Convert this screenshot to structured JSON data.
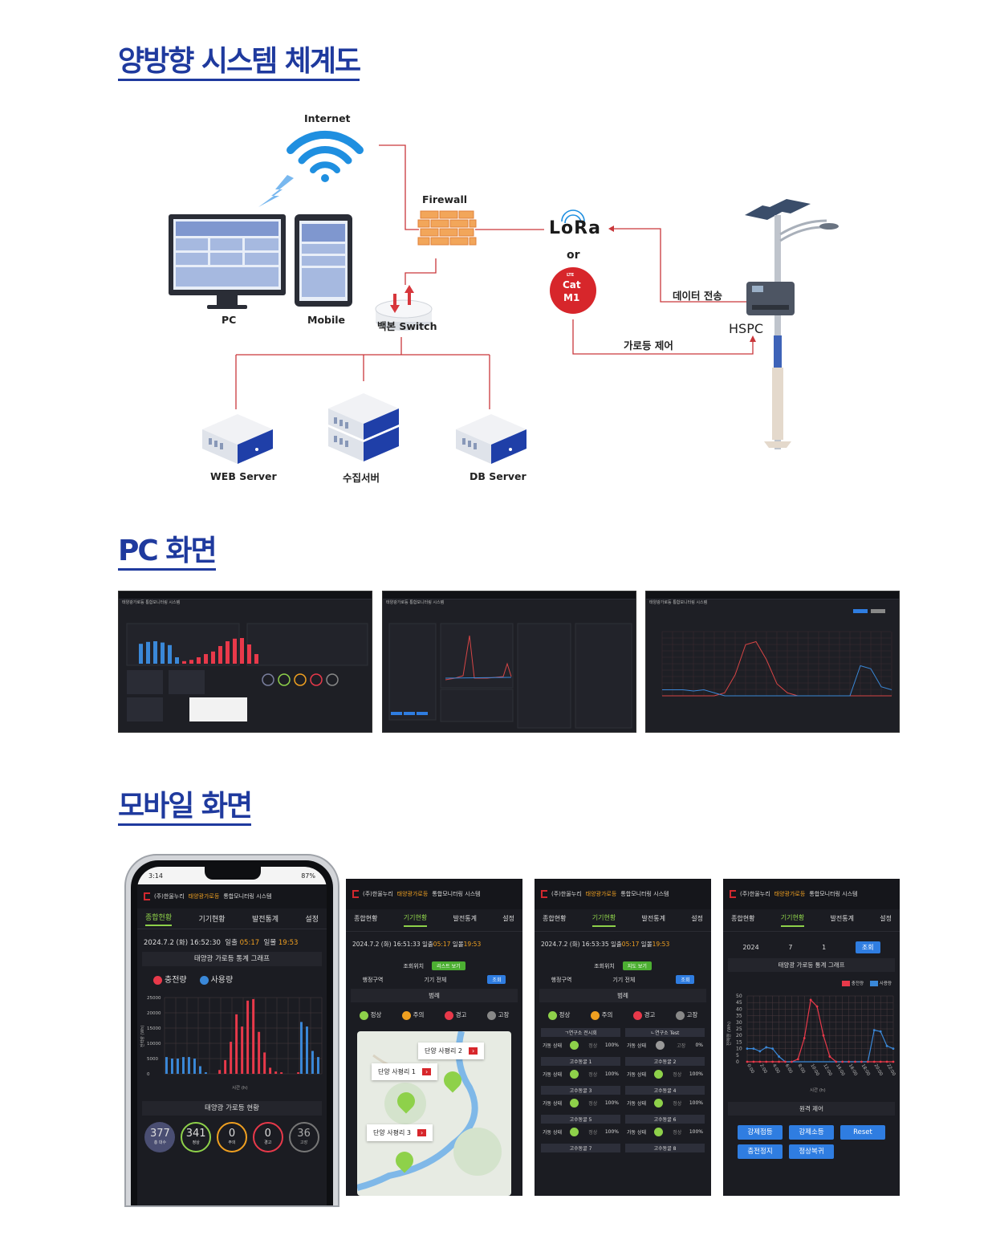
{
  "sections": {
    "system_title": "양방향 시스템 체계도",
    "pc_title": "PC 화면",
    "mobile_title": "모바일 화면"
  },
  "diagram": {
    "internet": "Internet",
    "firewall": "Firewall",
    "lora": "LoRa",
    "or": "or",
    "catm1_top": "LTE",
    "catm1_mid": "Cat",
    "catm1_bot": "M1",
    "data_send": "데이터 전송",
    "hspc": "HSPC",
    "light_control": "가로등 제어",
    "pc": "PC",
    "mobile": "Mobile",
    "switch": "백본 Switch",
    "web_server": "WEB Server",
    "collect_server": "수집서버",
    "db_server": "DB Server"
  },
  "pc_screens": {
    "s1_title": "태양광가로등 통합모니터링 시스템",
    "s2_title": "태양광가로등 통합모니터링 시스템",
    "s3_title": "태양광가로등 통합모니터링 시스템",
    "bars1": [
      0.62,
      0.68,
      0.7,
      0.66,
      0.58,
      0.2,
      0.08,
      0.12,
      0.2,
      0.3,
      0.38,
      0.55,
      0.7,
      0.78,
      0.8,
      0.6,
      0.3
    ],
    "line3_red": [
      0,
      0,
      0,
      0,
      0,
      0,
      0.05,
      0.35,
      0.85,
      0.9,
      0.6,
      0.2,
      0.05,
      0,
      0,
      0,
      0,
      0,
      0,
      0,
      0,
      0,
      0
    ],
    "line3_blue": [
      0.1,
      0.1,
      0.1,
      0.08,
      0.1,
      0.05,
      0,
      0,
      0,
      0,
      0,
      0,
      0,
      0,
      0,
      0,
      0,
      0,
      0,
      0.5,
      0.45,
      0.15,
      0.1
    ]
  },
  "mobile": {
    "phone_time": "3:14",
    "phone_battery": "87%",
    "company": "(주)한울누리",
    "app_title_a": "태양광가로등",
    "app_title_b": "통합모니터링 시스템",
    "tabs": [
      "종합현황",
      "기기현황",
      "발전통계",
      "설정"
    ],
    "m1": {
      "date": "2024.7.2 (화) 16:52:30",
      "sunrise_label": "일출",
      "sunrise": "05:17",
      "sunset_label": "일몰",
      "sunset": "19:53",
      "graph_title": "태양광 가로등 통계 그래프",
      "legend_charge": "충전량",
      "legend_use": "사용량",
      "yticks": [
        "25000",
        "20000",
        "15000",
        "10000",
        "5000",
        "0"
      ],
      "xaxis": "시간 (h)",
      "ylabel": "전력량 (Wh)",
      "status_title": "태양광 가로등 현황",
      "counts": [
        {
          "n": "377",
          "l": "총 대수"
        },
        {
          "n": "341",
          "l": "정상"
        },
        {
          "n": "0",
          "l": "주의"
        },
        {
          "n": "0",
          "l": "경고"
        },
        {
          "n": "36",
          "l": "고장"
        }
      ],
      "charge_vals": [
        0,
        0,
        0,
        0,
        0,
        0,
        0,
        0,
        0,
        0.05,
        0.18,
        0.42,
        0.78,
        0.62,
        0.96,
        0.98,
        0.55,
        0.28,
        0.08,
        0.03,
        0.02,
        0,
        0,
        0.02,
        0,
        0,
        0,
        0
      ],
      "use_vals": [
        0.22,
        0.2,
        0.2,
        0.22,
        0.22,
        0.2,
        0.1,
        0.02,
        0,
        0,
        0,
        0,
        0,
        0,
        0,
        0,
        0,
        0,
        0,
        0,
        0,
        0,
        0,
        0,
        0.68,
        0.62,
        0.3,
        0.22
      ]
    },
    "m2": {
      "date": "2024.7.2 (화) 16:51:33",
      "sunrise": "05:17",
      "sunset": "19:53",
      "location_label": "조회위치",
      "list_btn": "리스트 보기",
      "district": "행정구역",
      "all_devices": "기기 전체",
      "search": "조회",
      "legend_title": "범례",
      "legend": [
        "정상",
        "주의",
        "경고",
        "고장"
      ],
      "pins": [
        "단양 사평리 1",
        "단양 사평리 2",
        "단양 사평리 3"
      ]
    },
    "m3": {
      "date": "2024.7.2 (화) 16:53:35",
      "sunrise": "05:17",
      "sunset": "19:53",
      "location_label": "조회위치",
      "map_btn": "지도 보기",
      "district": "행정구역",
      "all_devices": "기기 전체",
      "search": "조회",
      "legend_title": "범례",
      "legend": [
        "정상",
        "주의",
        "경고",
        "고장"
      ],
      "devices": [
        {
          "name": "ㄱ연구소 전시회",
          "status": "정상",
          "pct": "100%"
        },
        {
          "name": "ㄴ연구소 Test",
          "status": "고장",
          "pct": "0%"
        },
        {
          "name": "고수동굴 1",
          "status": "정상",
          "pct": "100%"
        },
        {
          "name": "고수동굴 2",
          "status": "정상",
          "pct": "100%"
        },
        {
          "name": "고수동굴 3",
          "status": "정상",
          "pct": "100%"
        },
        {
          "name": "고수동굴 4",
          "status": "정상",
          "pct": "100%"
        },
        {
          "name": "고수동굴 5",
          "status": "정상",
          "pct": "100%"
        },
        {
          "name": "고수동굴 6",
          "status": "정상",
          "pct": "100%"
        },
        {
          "name": "고수동굴 7",
          "status": "",
          "pct": ""
        },
        {
          "name": "고수동굴 8",
          "status": "",
          "pct": ""
        }
      ],
      "op_label": "가동 상태"
    },
    "m4": {
      "year": "2024",
      "month": "7",
      "day": "1",
      "search": "조회",
      "graph_title": "태양광 가로등 통계 그래프",
      "legend_charge": "충전량",
      "legend_use": "사용량",
      "yticks": [
        "50",
        "45",
        "40",
        "35",
        "30",
        "25",
        "20",
        "15",
        "10",
        "5",
        "0"
      ],
      "xticks": [
        "0:00",
        "2:00",
        "4:00",
        "6:00",
        "8:00",
        "10:00",
        "12:00",
        "14:00",
        "16:00",
        "18:00",
        "20:00",
        "22:00"
      ],
      "xaxis": "시간 (h)",
      "ylabel": "전력량 (Wh)",
      "remote_title": "원격 제어",
      "buttons": [
        "강제점등",
        "강제소등",
        "Reset",
        "충전정지",
        "정상복귀"
      ],
      "red_vals": [
        0,
        0,
        0,
        0,
        0,
        0,
        0,
        0,
        2,
        18,
        47,
        42,
        20,
        4,
        0,
        0,
        0,
        0,
        0,
        0,
        0,
        0,
        0,
        0
      ],
      "blue_vals": [
        10,
        10,
        8,
        11,
        10,
        4,
        0,
        0,
        0,
        0,
        0,
        0,
        0,
        0,
        0,
        0,
        0,
        0,
        0,
        0,
        24,
        23,
        12,
        10
      ]
    }
  },
  "colors": {
    "title_blue": "#1f3a9e",
    "line_red": "#d64545",
    "charge_red": "#e8394a",
    "use_blue": "#3a88d8",
    "ok_green": "#8ed14a"
  }
}
